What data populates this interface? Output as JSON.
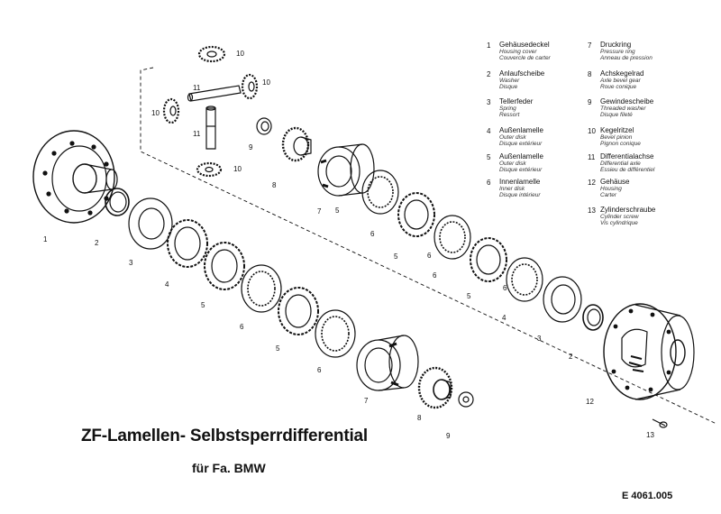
{
  "title": "ZF-Lamellen- Selbstsperrdifferential",
  "subtitle": "für Fa. BMW",
  "drawing_number": "E 4061.005",
  "legend": [
    {
      "num": "1",
      "de": "Gehäusedeckel",
      "en": "Housing cover",
      "fr": "Couvercle de carter"
    },
    {
      "num": "2",
      "de": "Anlaufscheibe",
      "en": "Washer",
      "fr": "Disque"
    },
    {
      "num": "3",
      "de": "Tellerfeder",
      "en": "Spring",
      "fr": "Ressort"
    },
    {
      "num": "4",
      "de": "Außenlamelle",
      "en": "Outer disk",
      "fr": "Disque extérieur"
    },
    {
      "num": "5",
      "de": "Außenlamelle",
      "en": "Outer disk",
      "fr": "Disque extérieur"
    },
    {
      "num": "6",
      "de": "Innenlamelle",
      "en": "Inner disk",
      "fr": "Disque intérieur"
    },
    {
      "num": "7",
      "de": "Druckring",
      "en": "Pressure ring",
      "fr": "Anneau de pression"
    },
    {
      "num": "8",
      "de": "Achskegelrad",
      "en": "Axle bevel gear",
      "fr": "Roue conique"
    },
    {
      "num": "9",
      "de": "Gewindescheibe",
      "en": "Threaded washer",
      "fr": "Disque fileté"
    },
    {
      "num": "10",
      "de": "Kegelritzel",
      "en": "Bevel pinion",
      "fr": "Pignon conique"
    },
    {
      "num": "11",
      "de": "Differentialachse",
      "en": "Differential axle",
      "fr": "Essieu de différentiel"
    },
    {
      "num": "12",
      "de": "Gehäuse",
      "en": "Housing",
      "fr": "Carter"
    },
    {
      "num": "13",
      "de": "Zylinderschraube",
      "en": "Cylinder screw",
      "fr": "Vis cylindrique"
    }
  ],
  "callouts": [
    "1",
    "2",
    "3",
    "4",
    "5",
    "6",
    "5",
    "6",
    "5",
    "6",
    "7",
    "8",
    "9",
    "10",
    "10",
    "10",
    "10",
    "11",
    "11",
    "7",
    "6",
    "5",
    "6",
    "5",
    "6",
    "5",
    "4",
    "3",
    "2",
    "12",
    "8",
    "9",
    "13"
  ]
}
